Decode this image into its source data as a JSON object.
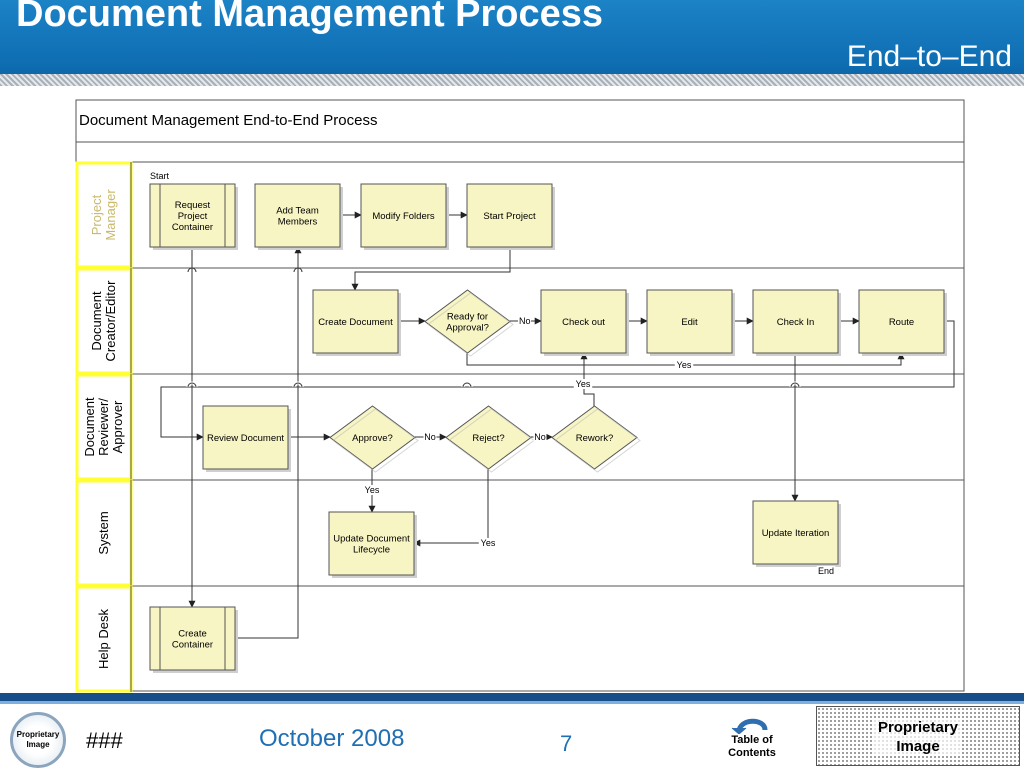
{
  "header": {
    "title": "Document Management Process",
    "subtitle": "End–to–End"
  },
  "diagram": {
    "title": "Document Management End-to-End Process",
    "lanes": [
      {
        "id": "pm",
        "label_lines": [
          "Project",
          "Manager"
        ],
        "label_color": "#c9b96a"
      },
      {
        "id": "dce",
        "label_lines": [
          "Document",
          "Creator/Editor"
        ],
        "label_color": "#000000"
      },
      {
        "id": "dra",
        "label_lines": [
          "Document",
          "Reviewer/",
          "Approver"
        ],
        "label_color": "#000000"
      },
      {
        "id": "sys",
        "label_lines": [
          "System"
        ],
        "label_color": "#000000"
      },
      {
        "id": "hd",
        "label_lines": [
          "Help Desk"
        ],
        "label_color": "#000000"
      }
    ],
    "nodes": {
      "request_container": {
        "type": "subprocess",
        "lines": [
          "Request",
          "Project",
          "Container"
        ]
      },
      "add_team_members": {
        "type": "process",
        "lines": [
          "Add Team",
          "Members"
        ]
      },
      "modify_folders": {
        "type": "process",
        "lines": [
          "Modify Folders"
        ]
      },
      "start_project": {
        "type": "process",
        "lines": [
          "Start Project"
        ]
      },
      "create_document": {
        "type": "process",
        "lines": [
          "Create Document"
        ]
      },
      "ready_for_approval": {
        "type": "decision",
        "lines": [
          "Ready for",
          "Approval?"
        ]
      },
      "check_out": {
        "type": "process",
        "lines": [
          "Check out"
        ]
      },
      "edit": {
        "type": "process",
        "lines": [
          "Edit"
        ]
      },
      "check_in": {
        "type": "process",
        "lines": [
          "Check In"
        ]
      },
      "route": {
        "type": "process",
        "lines": [
          "Route"
        ]
      },
      "review_document": {
        "type": "process",
        "lines": [
          "Review Document"
        ]
      },
      "approve": {
        "type": "decision",
        "lines": [
          "Approve?"
        ]
      },
      "reject": {
        "type": "decision",
        "lines": [
          "Reject?"
        ]
      },
      "rework": {
        "type": "decision",
        "lines": [
          "Rework?"
        ]
      },
      "update_lifecycle": {
        "type": "process",
        "lines": [
          "Update Document",
          "Lifecycle"
        ]
      },
      "update_iteration": {
        "type": "process",
        "lines": [
          "Update Iteration"
        ]
      },
      "create_container": {
        "type": "subprocess",
        "lines": [
          "Create",
          "Container"
        ]
      }
    },
    "labels": {
      "start": "Start",
      "end": "End",
      "no": "No",
      "yes": "Yes"
    },
    "colors": {
      "box_fill": "#f7f5c4",
      "box_stroke": "#555555",
      "lane_highlight": "#ffff33",
      "line": "#333333"
    }
  },
  "footer": {
    "badge_lines": [
      "Proprietary",
      "Image"
    ],
    "hash": "###",
    "date": "October 2008",
    "page": "7",
    "toc_lines": [
      "Table of",
      "Contents"
    ],
    "proprietary_lines": [
      "Proprietary",
      "Image"
    ]
  }
}
